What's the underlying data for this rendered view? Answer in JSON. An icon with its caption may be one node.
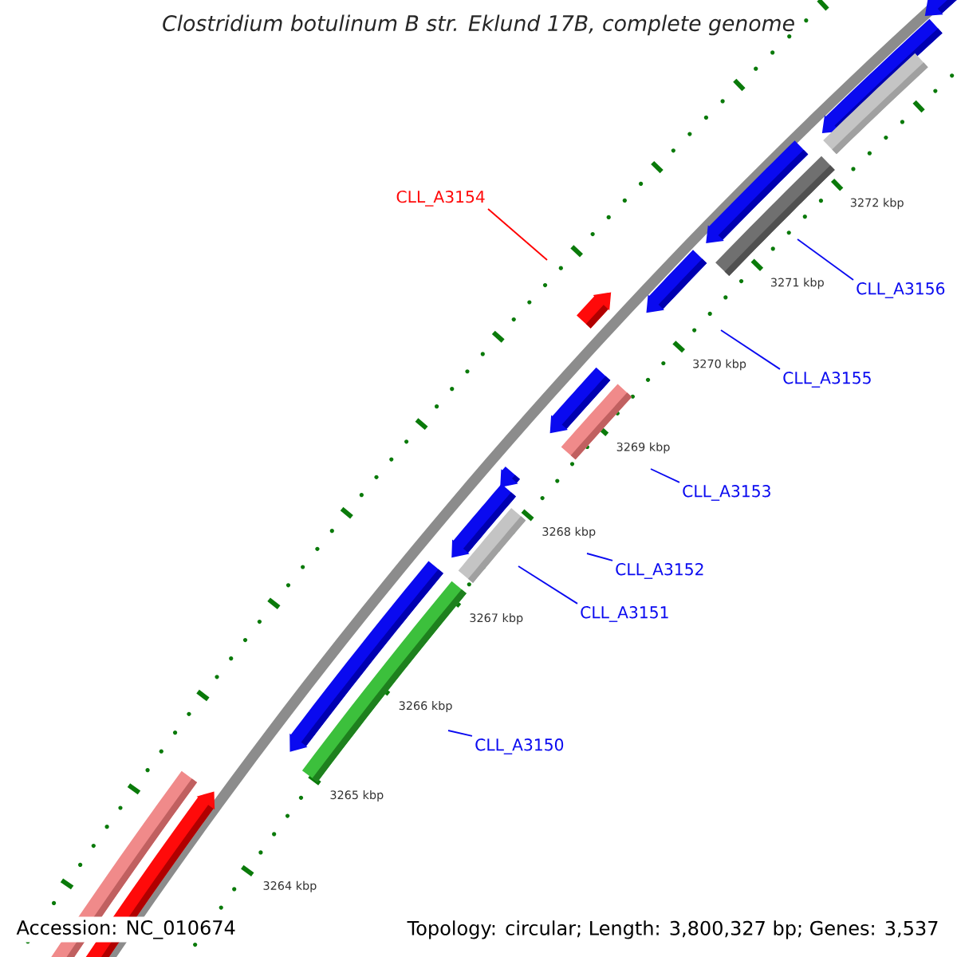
{
  "diagram": {
    "title": "Clostridium botulinum B str. Eklund 17B, complete genome",
    "nodes": [
      {
        "text": [
          "CLL_A3154"
        ]
      },
      {
        "text": [
          "CLL_A3156"
        ]
      },
      {
        "text": [
          "CLL_A3155"
        ]
      },
      {
        "text": [
          "CLL_A3153"
        ]
      },
      {
        "text": [
          "CLL_A3152"
        ]
      },
      {
        "text": [
          "CLL_A3151"
        ]
      },
      {
        "text": [
          "CLL_A3150"
        ]
      }
    ],
    "edges": [
      {
        "from": 0,
        "to": null,
        "arrow": "none",
        "color": "#ff0000"
      },
      {
        "from": 1,
        "to": null,
        "arrow": "none"
      },
      {
        "from": 2,
        "to": null,
        "arrow": "none"
      },
      {
        "from": 3,
        "to": null,
        "arrow": "none"
      },
      {
        "from": 4,
        "to": null,
        "arrow": "none"
      },
      {
        "from": 5,
        "to": null,
        "arrow": "none"
      },
      {
        "from": 6,
        "to": null,
        "arrow": "none"
      }
    ],
    "labels": [
      "3272 kbp",
      "3271 kbp",
      "3270 kbp",
      "3269 kbp",
      "3268 kbp",
      "3267 kbp",
      "3266 kbp",
      "3265 kbp",
      "3264 kbp",
      "Accession: NC_010674",
      "Topology: circular; Length: 3,800,327 bp; Genes: 3,537"
    ]
  }
}
